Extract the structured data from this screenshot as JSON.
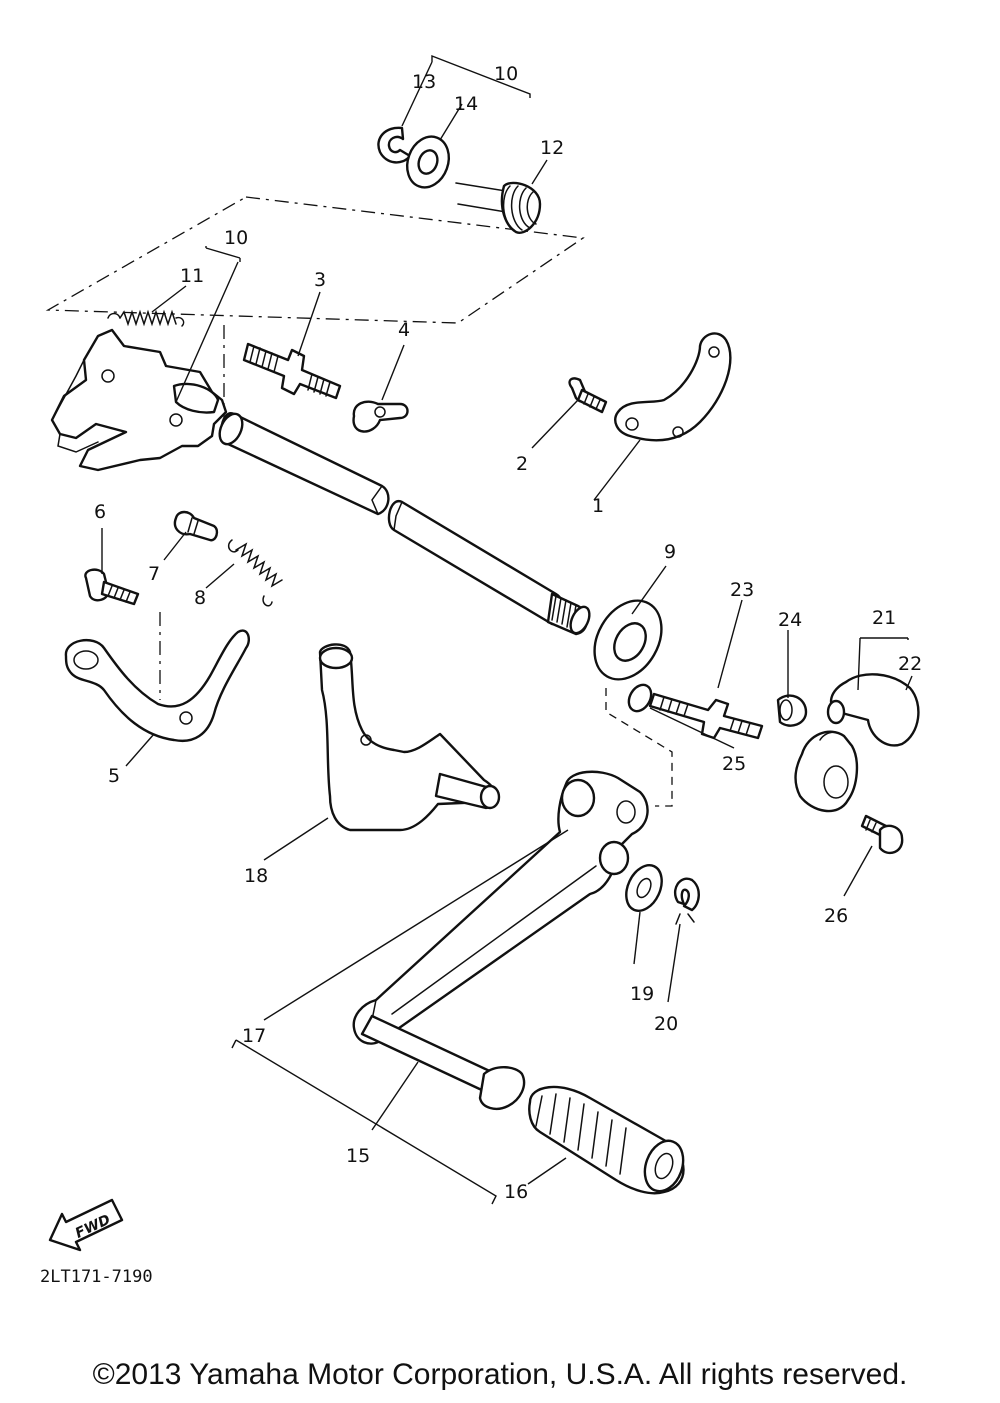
{
  "callouts": {
    "c1": "1",
    "c2": "2",
    "c3": "3",
    "c4": "4",
    "c5": "5",
    "c6": "6",
    "c7": "7",
    "c8": "8",
    "c9": "9",
    "c10a": "10",
    "c10b": "10",
    "c11": "11",
    "c12": "12",
    "c13": "13",
    "c14": "14",
    "c15": "15",
    "c16": "16",
    "c17": "17",
    "c18": "18",
    "c19": "19",
    "c20": "20",
    "c21": "21",
    "c22": "22",
    "c23": "23",
    "c24": "24",
    "c25": "25",
    "c26": "26"
  },
  "fwd_label": "FWD",
  "drawing_code": "2LT171-7190",
  "copyright": "©2013 Yamaha Motor Corporation, U.S.A. All rights reserved."
}
